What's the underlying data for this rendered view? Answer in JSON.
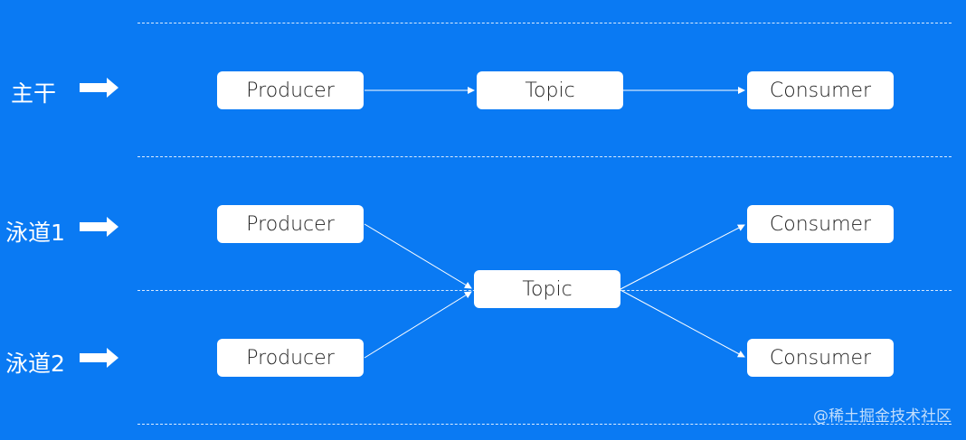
{
  "rows": {
    "trunk": "主干",
    "lane1": "泳道1",
    "lane2": "泳道2"
  },
  "nodes": {
    "trunk_producer": "Producer",
    "trunk_topic": "Topic",
    "trunk_consumer": "Consumer",
    "lane1_producer": "Producer",
    "lane2_producer": "Producer",
    "shared_topic": "Topic",
    "lane1_consumer": "Consumer",
    "lane2_consumer": "Consumer"
  },
  "watermark": "@稀土掘金技术社区",
  "colors": {
    "background": "#0a7af3",
    "box": "#ffffff",
    "line": "#ffffff",
    "text": "#222222"
  }
}
